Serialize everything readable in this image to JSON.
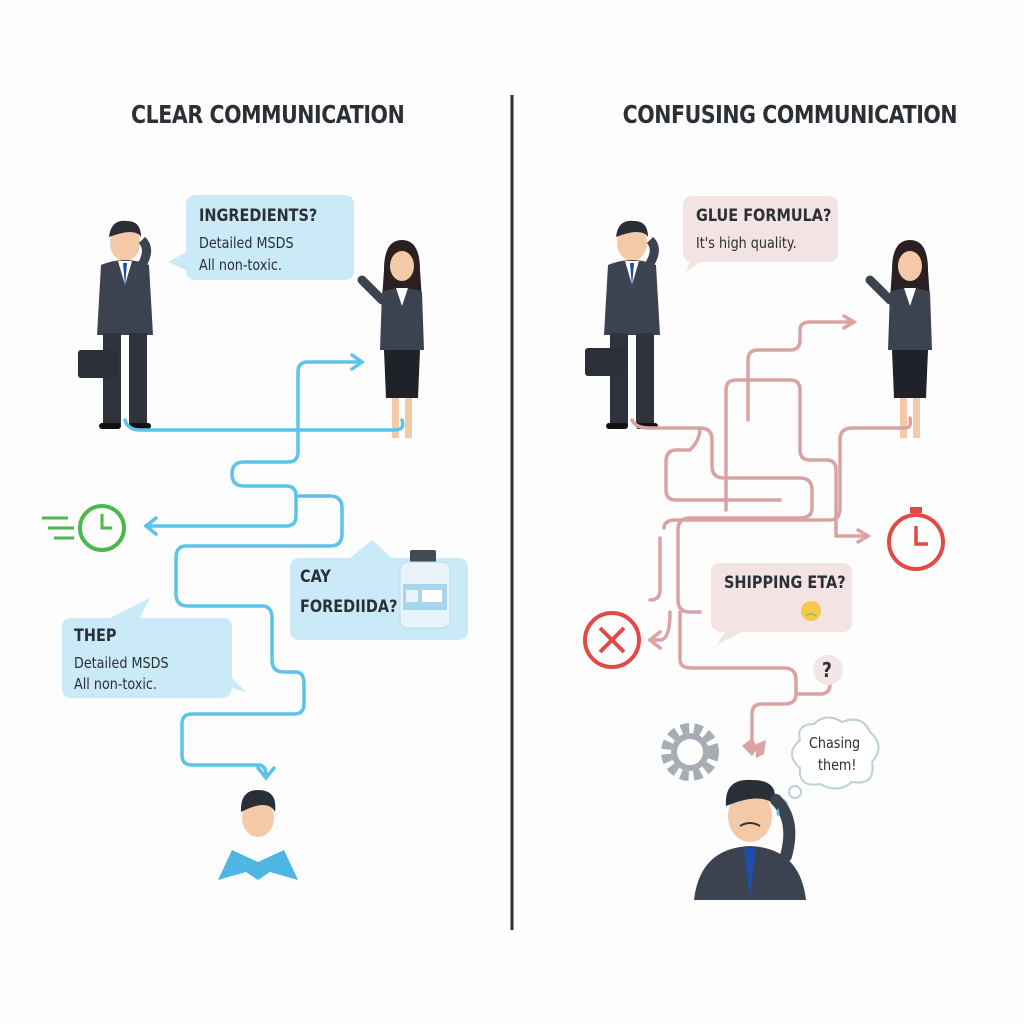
{
  "left_panel": {
    "title": "CLEAR COMMUNICATION",
    "bubble_top": {
      "heading": "INGREDIENTS?",
      "line1": "Detailed MSDS",
      "line2": "All non-toxic."
    },
    "bubble_bottom_left": {
      "heading": "THEP",
      "line1": "Detailed MSDS",
      "line2": "All non-toxic."
    },
    "bubble_bottom_right": {
      "line1": "CAY",
      "line2": "FOREDIIDA?"
    },
    "colors": {
      "path": "#5cc4ea",
      "bubble": "#c9eaf6",
      "clock": "#4cb84c"
    }
  },
  "right_panel": {
    "title": "CONFUSING COMMUNICATION",
    "bubble_top": {
      "heading": "GLUE FORMULA?",
      "line1": "It's high quality."
    },
    "bubble_shipping": {
      "heading": "SHIPPING ETA?"
    },
    "question_mark": "?",
    "thought_cloud": {
      "line1": "Chasing",
      "line2": "them!"
    },
    "colors": {
      "path": "#d9a3a3",
      "bubble": "#f4e3e3",
      "alert": "#e24a45"
    }
  }
}
